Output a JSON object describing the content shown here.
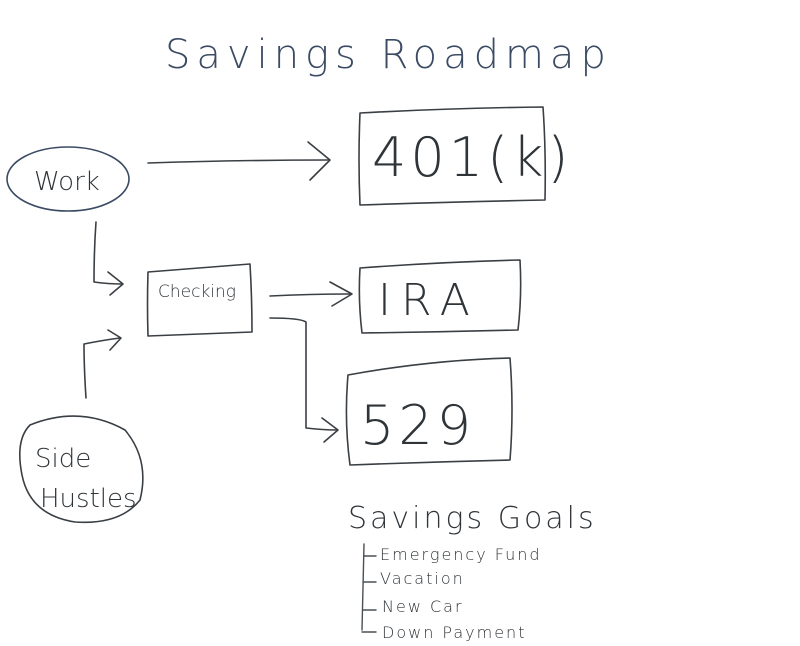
{
  "title": "Savings Roadmap",
  "nodes": {
    "work": "Work",
    "side_hustles_line1": "Side",
    "side_hustles_line2": "Hustles",
    "checking": "Checking",
    "k401": "401(k)",
    "ira": "IRA",
    "plan529": "529"
  },
  "goals": {
    "heading": "Savings Goals",
    "items": [
      "Emergency Fund",
      "Vacation",
      "New Car",
      "Down Payment"
    ]
  },
  "colors": {
    "ink": "#3a3f44",
    "title_ink": "#3b4b63",
    "work_fill": "#eef3f8"
  }
}
